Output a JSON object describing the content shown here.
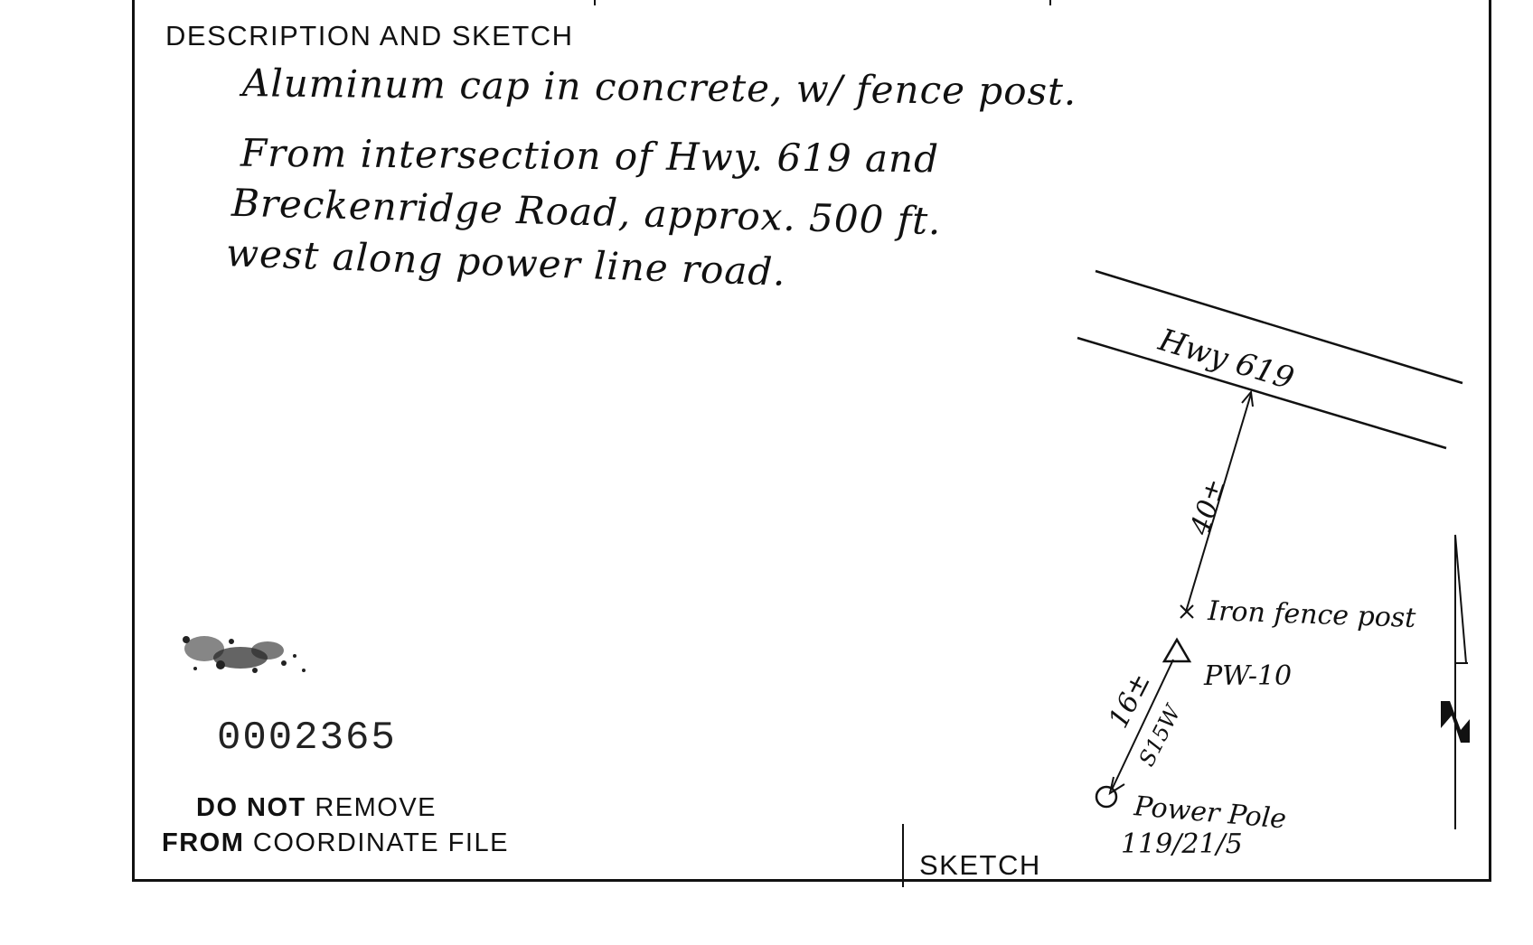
{
  "form": {
    "section_title": "DESCRIPTION  AND  SKETCH",
    "sketch_label": "SKETCH",
    "notice_line1_bold": "DO NOT",
    "notice_line1_rest": " REMOVE",
    "notice_line2_bold": "FROM",
    "notice_line2_rest": " COORDINATE FILE",
    "record_number": "0002365"
  },
  "description": {
    "line1": "Aluminum cap in concrete, w/ fence post.",
    "line2": "From intersection of Hwy. 619 and",
    "line3": "Breckenridge Road, approx. 500 ft.",
    "line4": "west along power line road."
  },
  "sketch": {
    "road_label": "Hwy 619",
    "distance_to_road": "40±",
    "fence_post_label": "Iron fence post",
    "station_label": "PW-10",
    "distance_to_pole": "16±",
    "bearing": "S15W",
    "pole_label": "Power Pole",
    "pole_number": "119/21/5"
  }
}
